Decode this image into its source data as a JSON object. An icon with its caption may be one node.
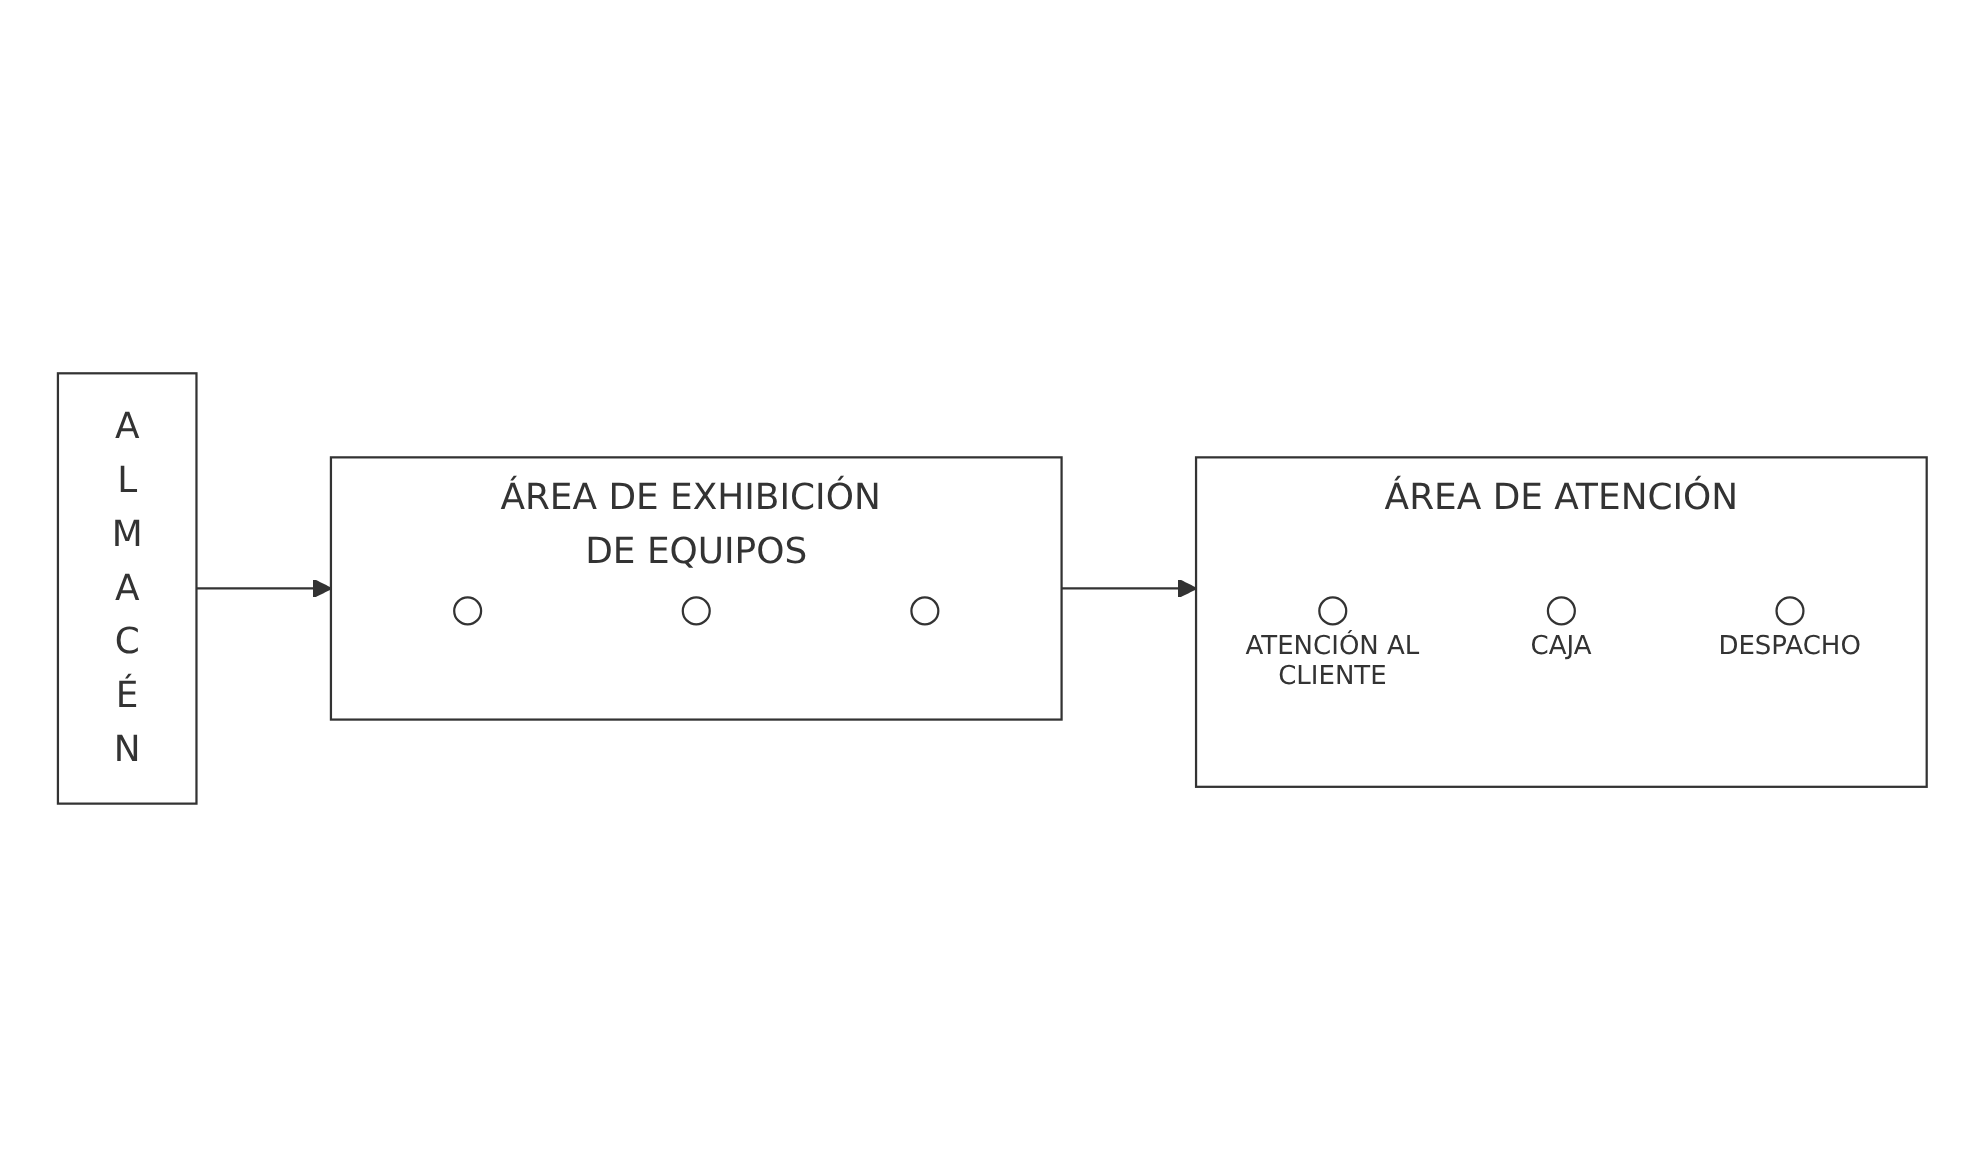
{
  "diagram": {
    "nodes": [
      {
        "text": [
          "ALMACÉN"
        ]
      },
      {
        "text": [
          "ÁREA DE EXHIBICIÓN DE EQUIPOS"
        ]
      },
      {
        "text": [],
        "shape": "circle",
        "in": 1
      },
      {
        "text": [],
        "shape": "circle",
        "in": 1
      },
      {
        "text": [],
        "shape": "circle",
        "in": 1
      },
      {
        "text": [
          "ÁREA DE ATENCIÓN"
        ]
      },
      {
        "text": [],
        "shape": "circle",
        "in": 5,
        "beside": [
          "ATENCIÓN AL CLIENTE"
        ]
      },
      {
        "text": [],
        "shape": "circle",
        "in": 5,
        "beside": [
          "CAJA"
        ]
      },
      {
        "text": [],
        "shape": "circle",
        "in": 5,
        "beside": [
          "DESPACHO"
        ]
      }
    ],
    "edges": [
      {
        "from": 0,
        "to": 1,
        "arrow": "to"
      },
      {
        "from": 1,
        "to": 5,
        "arrow": "to"
      }
    ]
  }
}
